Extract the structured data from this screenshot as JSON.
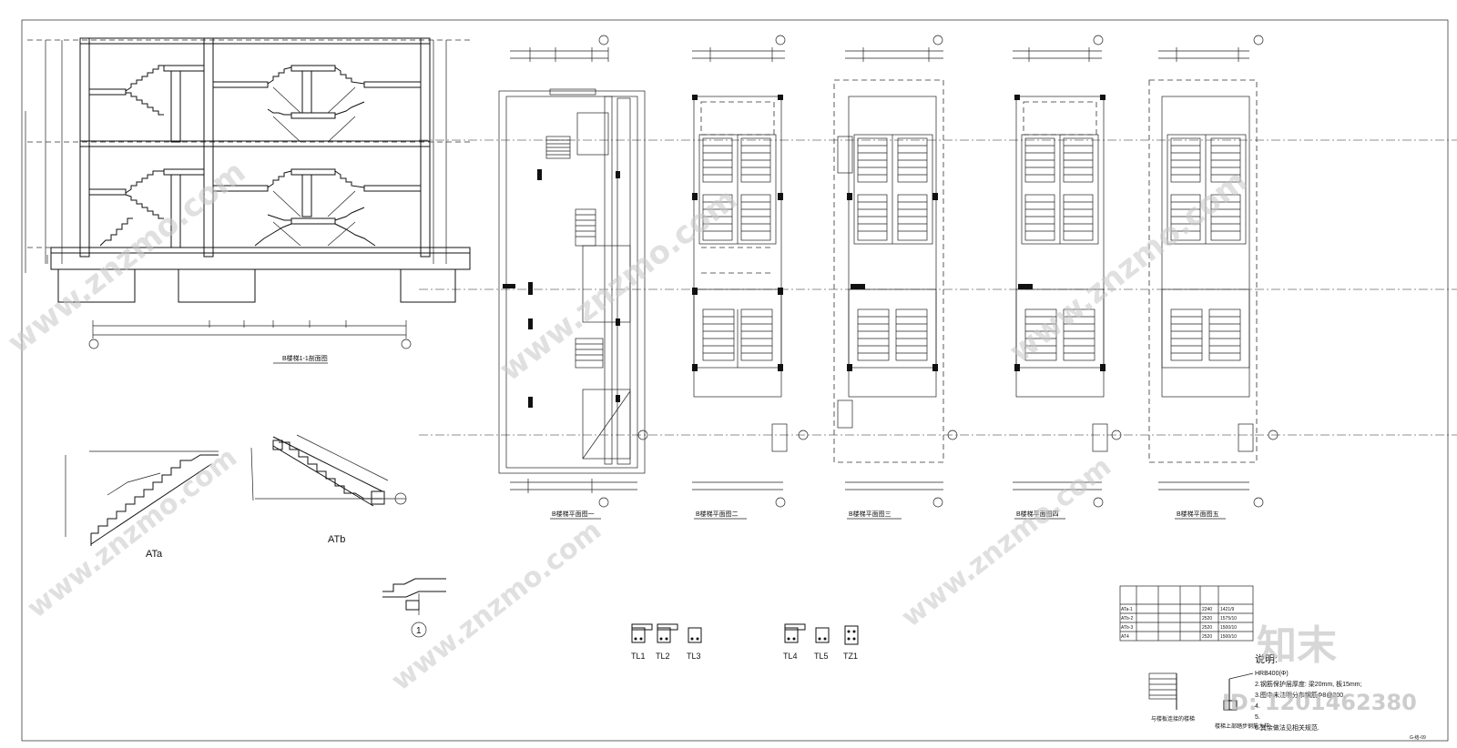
{
  "drawing": {
    "section_title": "B楼梯1-1剖面图",
    "plans": [
      {
        "title": "B楼梯平面图一"
      },
      {
        "title": "B楼梯平面图二"
      },
      {
        "title": "B楼梯平面图三"
      },
      {
        "title": "B楼梯平面图四"
      },
      {
        "title": "B楼梯平面图五"
      }
    ],
    "details": [
      {
        "label": "ATa"
      },
      {
        "label": "ATb"
      }
    ],
    "beams": [
      "TL1",
      "TL2",
      "TL3",
      "TL4",
      "TL5",
      "TZ1"
    ],
    "callout_number": "1",
    "table": {
      "rows": [
        [
          "ATa-1",
          "",
          "",
          "",
          "2240",
          "1421/9"
        ],
        [
          "ATb-2",
          "",
          "",
          "",
          "2520",
          "1575/10"
        ],
        [
          "ATb-3",
          "",
          "",
          "",
          "2520",
          "1500/10"
        ],
        [
          "AT4",
          "",
          "",
          "",
          "2520",
          "1500/10"
        ]
      ]
    },
    "notes": {
      "heading": "说明:",
      "lines": [
        "HRB400(Φ)",
        "2.钢筋保护层厚度: 梁20mm, 板15mm;",
        "3.图中未注明分布钢筋Φ8@200,",
        "4.",
        "5.",
        "6.其余做法见相关规范."
      ]
    },
    "detail_captions": [
      "与楼板连接的楼梯",
      "楼梯上部踏步钢筋大样"
    ],
    "sheet_number": "G-结-09"
  },
  "watermark": {
    "text": "www.znzmo.com",
    "logo": "知末",
    "id_text": "ID: 1201462380"
  }
}
